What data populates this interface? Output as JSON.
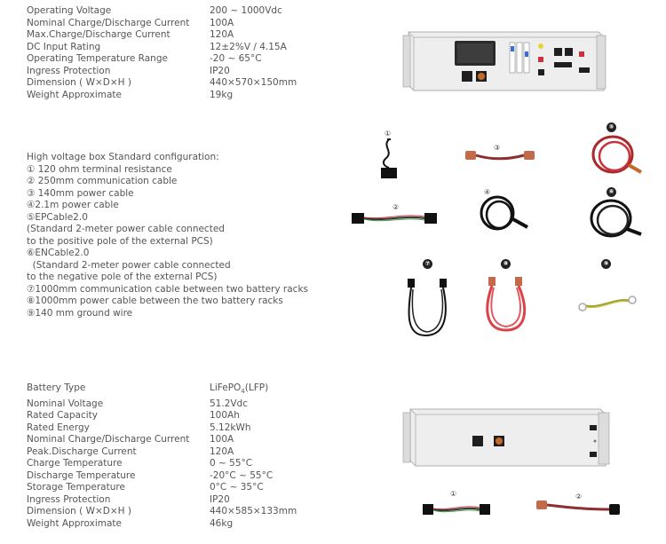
{
  "hv_specs": [
    {
      "label": "Operating Voltage",
      "value": "200 ~ 1000Vdc"
    },
    {
      "label": "Nominal Charge/Discharge Current",
      "value": "100A"
    },
    {
      "label": "Max.Charge/Discharge Current",
      "value": "120A"
    },
    {
      "label": "DC Input Rating",
      "value": "12±2%V / 4.15A"
    },
    {
      "label": "Operating Temperature Range",
      "value": "-20 ~ 65°C"
    },
    {
      "label": "Ingress Protection",
      "value": "IP20"
    },
    {
      "label": "Dimension ( W×D×H )",
      "value": "440×570×150mm"
    },
    {
      "label": "Weight Approximate",
      "value": "19kg"
    }
  ],
  "config": {
    "heading": "High voltage box Standard configuration:",
    "lines": [
      "① 120 ohm terminal resistance",
      "② 250mm communication cable",
      "③ 140mm power cable",
      "④2.1m power cable",
      "⑤EPCable2.0",
      "(Standard 2-meter power cable connected",
      "to the positive pole of the external PCS)",
      "⑥ENCable2.0",
      "  (Standard 2-meter power cable connected",
      "to the negative pole of the external PCS)",
      "⑦1000mm communication cable between two battery racks",
      "⑧1000mm power cable between the two battery racks",
      "⑨140 mm ground wire"
    ]
  },
  "battery_specs": [
    {
      "label": "Battery Type",
      "value": "LiFePO",
      "sub": "4",
      "suffix": "(LFP)"
    },
    {
      "label": "Nominal Voltage",
      "value": "51.2Vdc"
    },
    {
      "label": "Rated Capacity",
      "value": "100Ah"
    },
    {
      "label": "Rated Energy",
      "value": "5.12kWh"
    },
    {
      "label": "Nominal Charge/Discharge Current",
      "value": "100A"
    },
    {
      "label": "Peak.Discharge Current",
      "value": "120A"
    },
    {
      "label": "Charge Temperature",
      "value": "0 ~ 55°C"
    },
    {
      "label": "Discharge Temperature",
      "value": "-20°C ~ 55°C"
    },
    {
      "label": "Storage Temperature",
      "value": "0°C ~ 35°C"
    },
    {
      "label": "Ingress Protection",
      "value": "IP20"
    },
    {
      "label": "Dimension ( W×D×H )",
      "value": "440×585×133mm"
    },
    {
      "label": "Weight Approximate",
      "value": "46kg"
    }
  ],
  "markers": {
    "m1": "①",
    "m2": "②",
    "m3": "③",
    "m4": "④",
    "m5": "⑤",
    "m6": "⑥",
    "m7": "⑦",
    "m8": "⑧",
    "m9": "⑨",
    "b1": "①",
    "b2": "②"
  },
  "colors": {
    "text": "#555555",
    "red_cable": "#c8323a",
    "orange_cable": "#c26a4a",
    "black_cable": "#1a1a1a",
    "ground": "#9aa83a"
  }
}
